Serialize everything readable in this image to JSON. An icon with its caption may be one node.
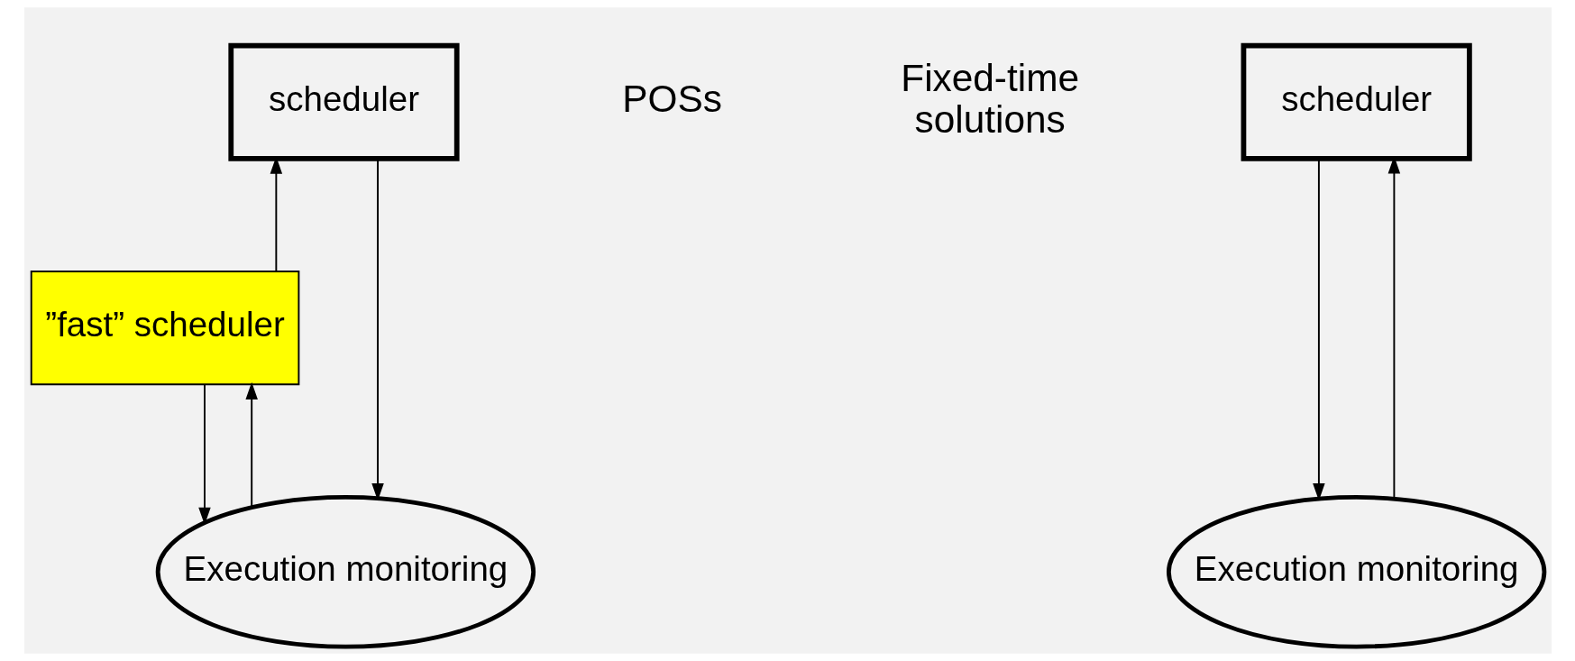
{
  "diagram": {
    "nodes": [
      {
        "text": [
          "scheduler"
        ]
      },
      {
        "text": [
          "Execution monitoring"
        ]
      },
      {
        "text": [
          "scheduler"
        ]
      },
      {
        "text": [
          "”fast” scheduler"
        ]
      },
      {
        "text": [
          "Execution monitoring"
        ]
      }
    ],
    "edges": [
      {
        "from": 0,
        "to": 1,
        "arrow": "to"
      },
      {
        "from": 1,
        "to": 0,
        "arrow": "to"
      },
      {
        "from": 2,
        "to": 4,
        "arrow": "to"
      },
      {
        "from": 3,
        "to": 2,
        "arrow": "to"
      },
      {
        "from": 3,
        "to": 4,
        "arrow": "to"
      },
      {
        "from": 4,
        "to": 3,
        "arrow": "to"
      }
    ],
    "labels": [
      "Fixed-time solutions",
      "POSs"
    ]
  }
}
